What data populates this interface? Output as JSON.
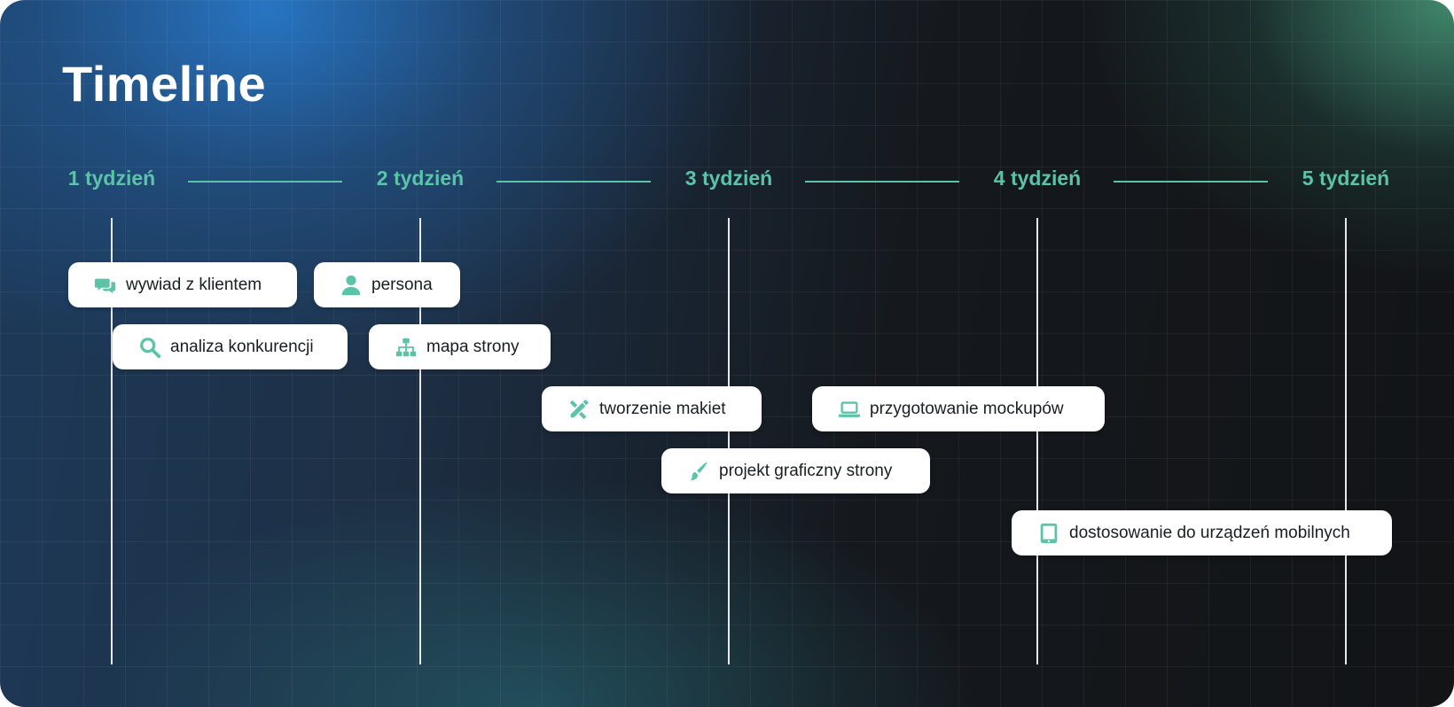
{
  "title": "Timeline",
  "colors": {
    "accent": "#5bc4a8",
    "task_bg": "#ffffff",
    "title": "#ffffff"
  },
  "weeks": [
    {
      "label": "1 tydzień"
    },
    {
      "label": "2 tydzień"
    },
    {
      "label": "3 tydzień"
    },
    {
      "label": "4 tydzień"
    },
    {
      "label": "5 tydzień"
    }
  ],
  "tasks": [
    {
      "label": "wywiad z klientem",
      "icon": "chat-bubbles-icon"
    },
    {
      "label": "persona",
      "icon": "user-icon"
    },
    {
      "label": "analiza konkurencji",
      "icon": "search-icon"
    },
    {
      "label": "mapa strony",
      "icon": "sitemap-icon"
    },
    {
      "label": "tworzenie makiet",
      "icon": "pencil-ruler-icon"
    },
    {
      "label": "przygotowanie mockupów",
      "icon": "laptop-icon"
    },
    {
      "label": "projekt graficzny strony",
      "icon": "paint-brush-icon"
    },
    {
      "label": "dostosowanie do urządzeń mobilnych",
      "icon": "tablet-icon"
    }
  ]
}
